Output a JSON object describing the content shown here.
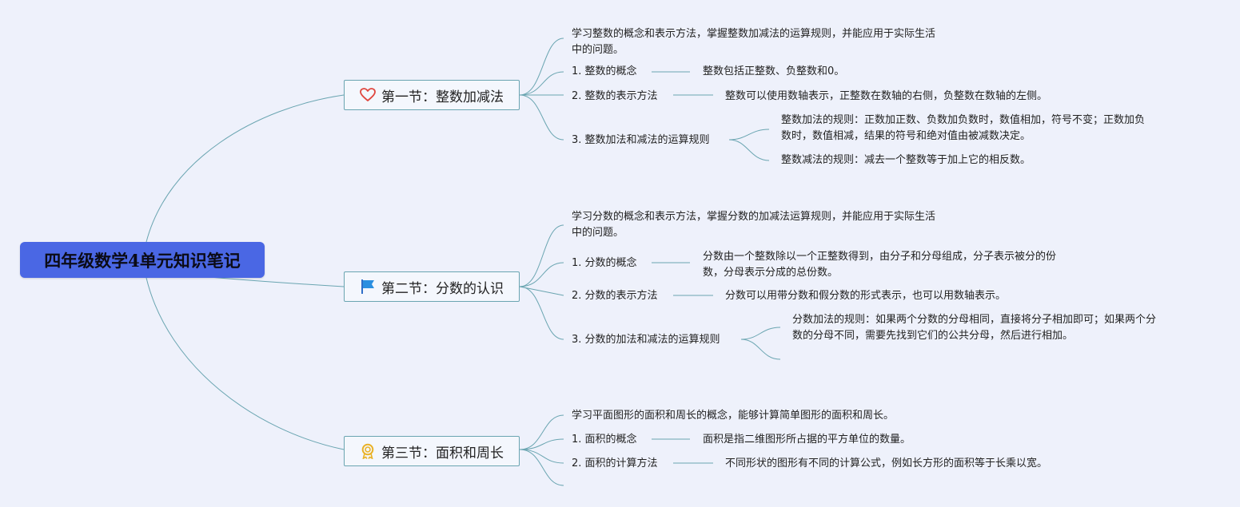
{
  "root": {
    "title": "四年级数学4单元知识笔记"
  },
  "sections": [
    {
      "title": "第一节：整数加减法",
      "icon": "heart-icon",
      "summary": [
        "学习整数的概念和表示方法，掌握整数加减法的运算规则，并能应用于实际生活",
        "中的问题。"
      ],
      "items": [
        {
          "label": "1. 整数的概念",
          "details": [
            [
              "整数包括正整数、负整数和0。"
            ]
          ]
        },
        {
          "label": "2. 整数的表示方法",
          "details": [
            [
              "整数可以使用数轴表示，正整数在数轴的右侧，负整数在数轴的左侧。"
            ]
          ]
        },
        {
          "label": "3. 整数加法和减法的运算规则",
          "details": [
            [
              "整数加法的规则：正数加正数、负数加负数时，数值相加，符号不变；正数加负",
              "数时，数值相减，结果的符号和绝对值由被减数决定。"
            ],
            [
              "整数减法的规则：减去一个整数等于加上它的相反数。"
            ]
          ]
        }
      ]
    },
    {
      "title": "第二节：分数的认识",
      "icon": "flag-icon",
      "summary": [
        "学习分数的概念和表示方法，掌握分数的加减法运算规则，并能应用于实际生活",
        "中的问题。"
      ],
      "items": [
        {
          "label": "1. 分数的概念",
          "details": [
            [
              "分数由一个整数除以一个正整数得到，由分子和分母组成，分子表示被分的份",
              "数，分母表示分成的总份数。"
            ]
          ]
        },
        {
          "label": "2. 分数的表示方法",
          "details": [
            [
              "分数可以用带分数和假分数的形式表示，也可以用数轴表示。"
            ]
          ]
        },
        {
          "label": "3. 分数的加法和减法的运算规则",
          "details": [
            [
              "分数加法的规则：如果两个分数的分母相同，直接将分子相加即可；如果两个分",
              "数的分母不同，需要先找到它们的公共分母，然后进行相加。"
            ]
          ]
        }
      ]
    },
    {
      "title": "第三节：面积和周长",
      "icon": "award-icon",
      "summary": [
        "学习平面图形的面积和周长的概念，能够计算简单图形的面积和周长。"
      ],
      "items": [
        {
          "label": "1. 面积的概念",
          "details": [
            [
              "面积是指二维图形所占据的平方单位的数量。"
            ]
          ]
        },
        {
          "label": "2. 面积的计算方法",
          "details": [
            [
              "不同形状的图形有不同的计算公式，例如长方形的面积等于长乘以宽。"
            ]
          ]
        }
      ]
    }
  ]
}
